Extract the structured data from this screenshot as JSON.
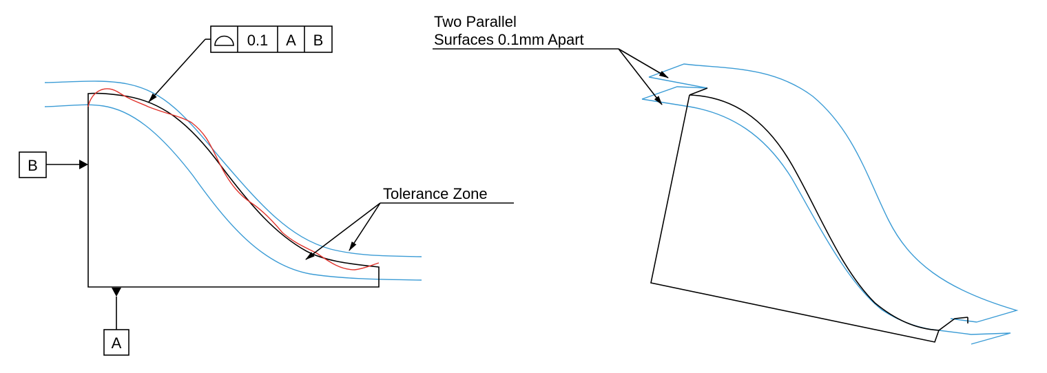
{
  "frame": {
    "symbol": "profile-of-surface-icon",
    "tolerance": "0.1",
    "datum_primary": "A",
    "datum_secondary": "B"
  },
  "datums": {
    "a": "A",
    "b": "B"
  },
  "labels": {
    "parallel_line1": "Two Parallel",
    "parallel_line2": "Surfaces 0.1mm Apart",
    "tolerance_zone": "Tolerance Zone"
  },
  "colors": {
    "zone": "#3a9bd5",
    "actual_surface": "#e0322b",
    "outline": "#000000"
  }
}
